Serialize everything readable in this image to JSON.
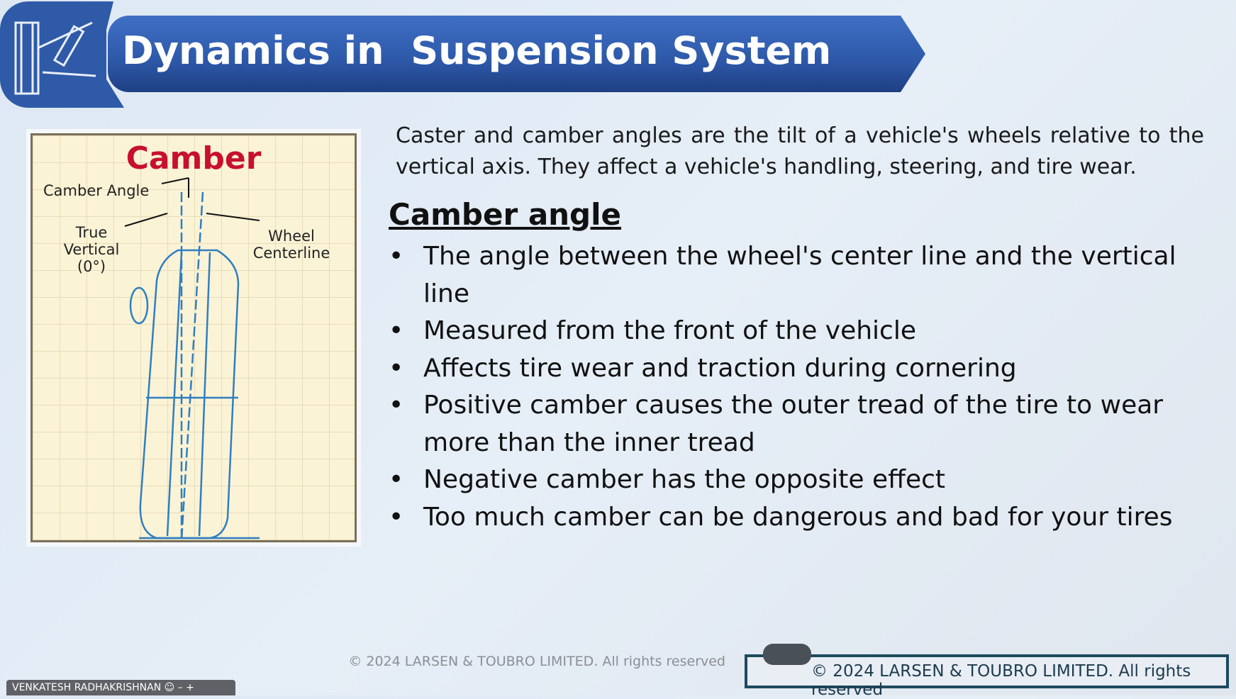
{
  "header": {
    "title": "Dynamics in  Suspension System",
    "logo_icon": "suspension-icon"
  },
  "diagram": {
    "title": "Camber",
    "camber_angle": "Camber Angle",
    "true_vertical": [
      "True",
      "Vertical",
      "(0°)"
    ],
    "wheel_centerline": [
      "Wheel",
      "Centerline"
    ]
  },
  "intro": "Caster and camber angles are the tilt of a vehicle's wheels relative to the vertical axis. They affect a vehicle's handling, steering, and tire wear.",
  "section": {
    "heading": "Camber angle",
    "bullets": [
      "The angle between the wheel's center line and the vertical line",
      "Measured from the front of the vehicle",
      "Affects tire wear and traction during cornering",
      "Positive camber causes the outer tread of the tire to wear more than the inner tread",
      "Negative camber has the opposite effect",
      "Too much camber can be dangerous and bad for your tires"
    ]
  },
  "footer": {
    "faint_copyright": "© 2024 LARSEN & TOUBRO LIMITED. All rights reserved",
    "copyright": "© 2024 LARSEN & TOUBRO LIMITED. All rights reserved"
  },
  "presenter": {
    "name": "VENKATESH RADHAKRISHNAN"
  }
}
